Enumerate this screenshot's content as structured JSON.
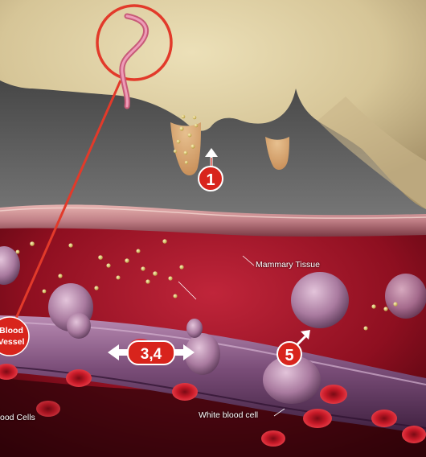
{
  "labels": {
    "mammary_tissue": "Mammary Tissue",
    "white_blood_cell": "White blood cell",
    "blood_cells": "ood Cells",
    "blood_vessel_line1": "Blood",
    "blood_vessel_line2": "Vessel"
  },
  "markers": {
    "step1": "1",
    "step34": "3,4",
    "step5": "5"
  },
  "colors": {
    "marker_red": "#d8241c",
    "callout_red": "#e23a2a",
    "tissue_red": "#8a0f1c",
    "vessel_purple": "#6e4670",
    "udder_skin": "#d9c79a"
  }
}
